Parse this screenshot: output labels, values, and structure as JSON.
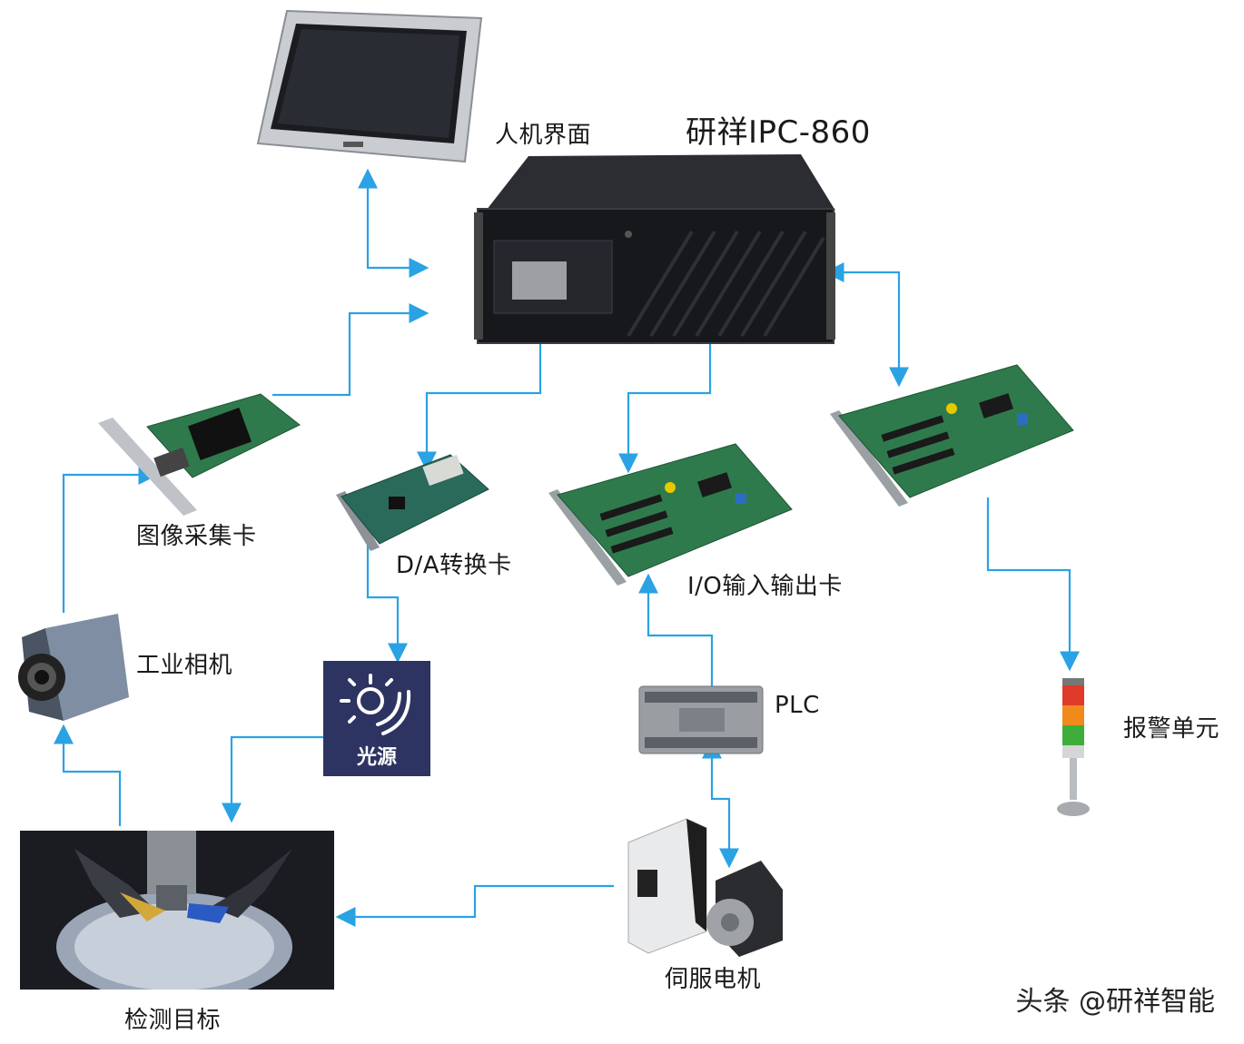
{
  "labels": {
    "hmi": "人机界面",
    "ipc": "研祥IPC-860",
    "image_card": "图像采集卡",
    "da_card": "D/A转换卡",
    "io_card": "I/O输入输出卡",
    "camera": "工业相机",
    "light": "光源",
    "plc": "PLC",
    "alarm": "报警单元",
    "servo": "伺服电机",
    "target": "检测目标"
  },
  "watermark": "头条 @研祥智能",
  "colors": {
    "arrow": "#2aa2e3",
    "pcb": "#2f7a4c",
    "chassis": "#1d1e22",
    "light_box": "#2d3461"
  }
}
